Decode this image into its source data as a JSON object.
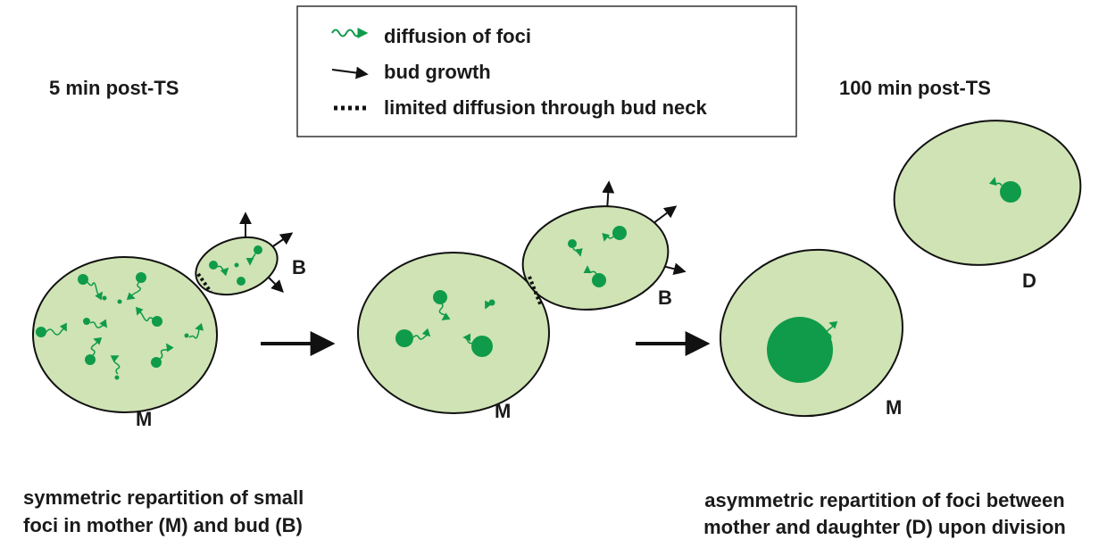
{
  "colors": {
    "cell_fill": "#cfe3b4",
    "cell_stroke": "#111111",
    "focus": "#0f9b4a",
    "arrow": "#111111",
    "legend_border": "#333333"
  },
  "legend": {
    "items": [
      {
        "icon": "wavy-green-arrow-icon",
        "label": "diffusion of foci"
      },
      {
        "icon": "black-arrow-icon",
        "label": "bud growth"
      },
      {
        "icon": "dotted-line-icon",
        "label": "limited diffusion through bud neck"
      }
    ]
  },
  "timepoints": {
    "early": "5 min post-TS",
    "late": "100 min post-TS"
  },
  "cells": {
    "mother_1": "M",
    "bud_1": "B",
    "mother_2": "M",
    "bud_2": "B",
    "mother_3": "M",
    "daughter": "D"
  },
  "captions": {
    "left": [
      "symmetric repartition of small",
      "foci in mother (M) and bud (B)"
    ],
    "right": [
      "asymmetric repartition of foci between",
      "mother and daughter (D) upon division"
    ]
  }
}
